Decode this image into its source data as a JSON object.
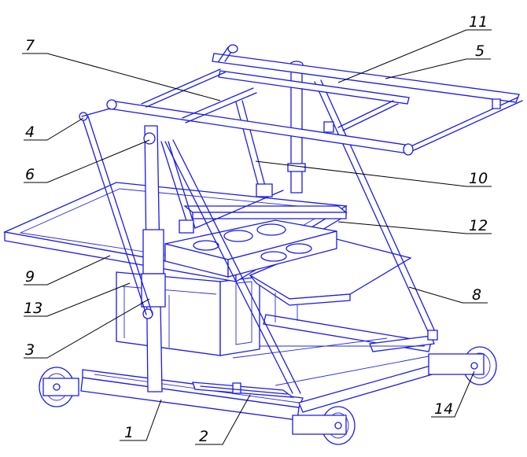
{
  "callouts": [
    "1",
    "2",
    "3",
    "4",
    "5",
    "6",
    "7",
    "8",
    "9",
    "10",
    "11",
    "12",
    "13",
    "14"
  ],
  "colors": {
    "drawing": "#1a1ae6",
    "leaders": "#000000"
  }
}
